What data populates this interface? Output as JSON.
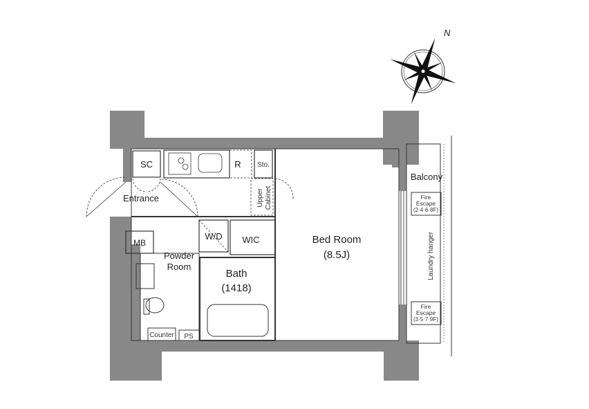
{
  "compass": {
    "north_label": "N"
  },
  "rooms": {
    "sc": "SC",
    "sto": "Sto.",
    "refrigerator": "R",
    "entrance": "Entrance",
    "upper_cabinet_line1": "Upper",
    "upper_cabinet_line2": "Cabinet",
    "mb": "MB",
    "wd": "W/D",
    "wic": "WIC",
    "bedroom": "Bed Room",
    "bedroom_size": "(8.5J)",
    "powder_line1": "Powder",
    "powder_line2": "Room",
    "bath": "Bath",
    "bath_size": "(1418)",
    "counter": "Counter",
    "ps": "PS",
    "balcony": "Balcony",
    "laundry": "Laundry hanger"
  },
  "fire_escapes": [
    {
      "line1": "Fire",
      "line2": "Escape",
      "floors": "(2·4·6·8F)"
    },
    {
      "line1": "Fire",
      "line2": "Escape",
      "floors": "(3·5·7·9F)"
    }
  ],
  "colors": {
    "wall": "#888888",
    "line": "#333333"
  }
}
